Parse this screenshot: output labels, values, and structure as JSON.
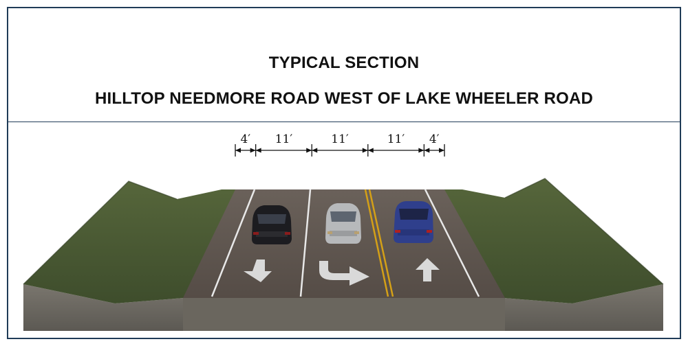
{
  "title": {
    "line1": "TYPICAL SECTION",
    "line2": "HILLTOP NEEDMORE ROAD WEST OF LAKE WHEELER ROAD"
  },
  "dimensions": [
    {
      "label": "4′",
      "feet": 4
    },
    {
      "label": "11′",
      "feet": 11
    },
    {
      "label": "11′",
      "feet": 11
    },
    {
      "label": "11′",
      "feet": 11
    },
    {
      "label": "4′",
      "feet": 4
    }
  ],
  "lanes": [
    {
      "name": "left-lane",
      "marking": "down-arrow"
    },
    {
      "name": "center-turn-lane",
      "marking": "turn-right-arrow"
    },
    {
      "name": "right-lane",
      "marking": "up-arrow"
    }
  ],
  "colors": {
    "border": "#1f3b57",
    "asphalt": "#5b524c",
    "grass": "#4a5a34",
    "soil": "#6d6a63",
    "center_line": "#d4a017",
    "lane_line": "#e8e8e8"
  }
}
